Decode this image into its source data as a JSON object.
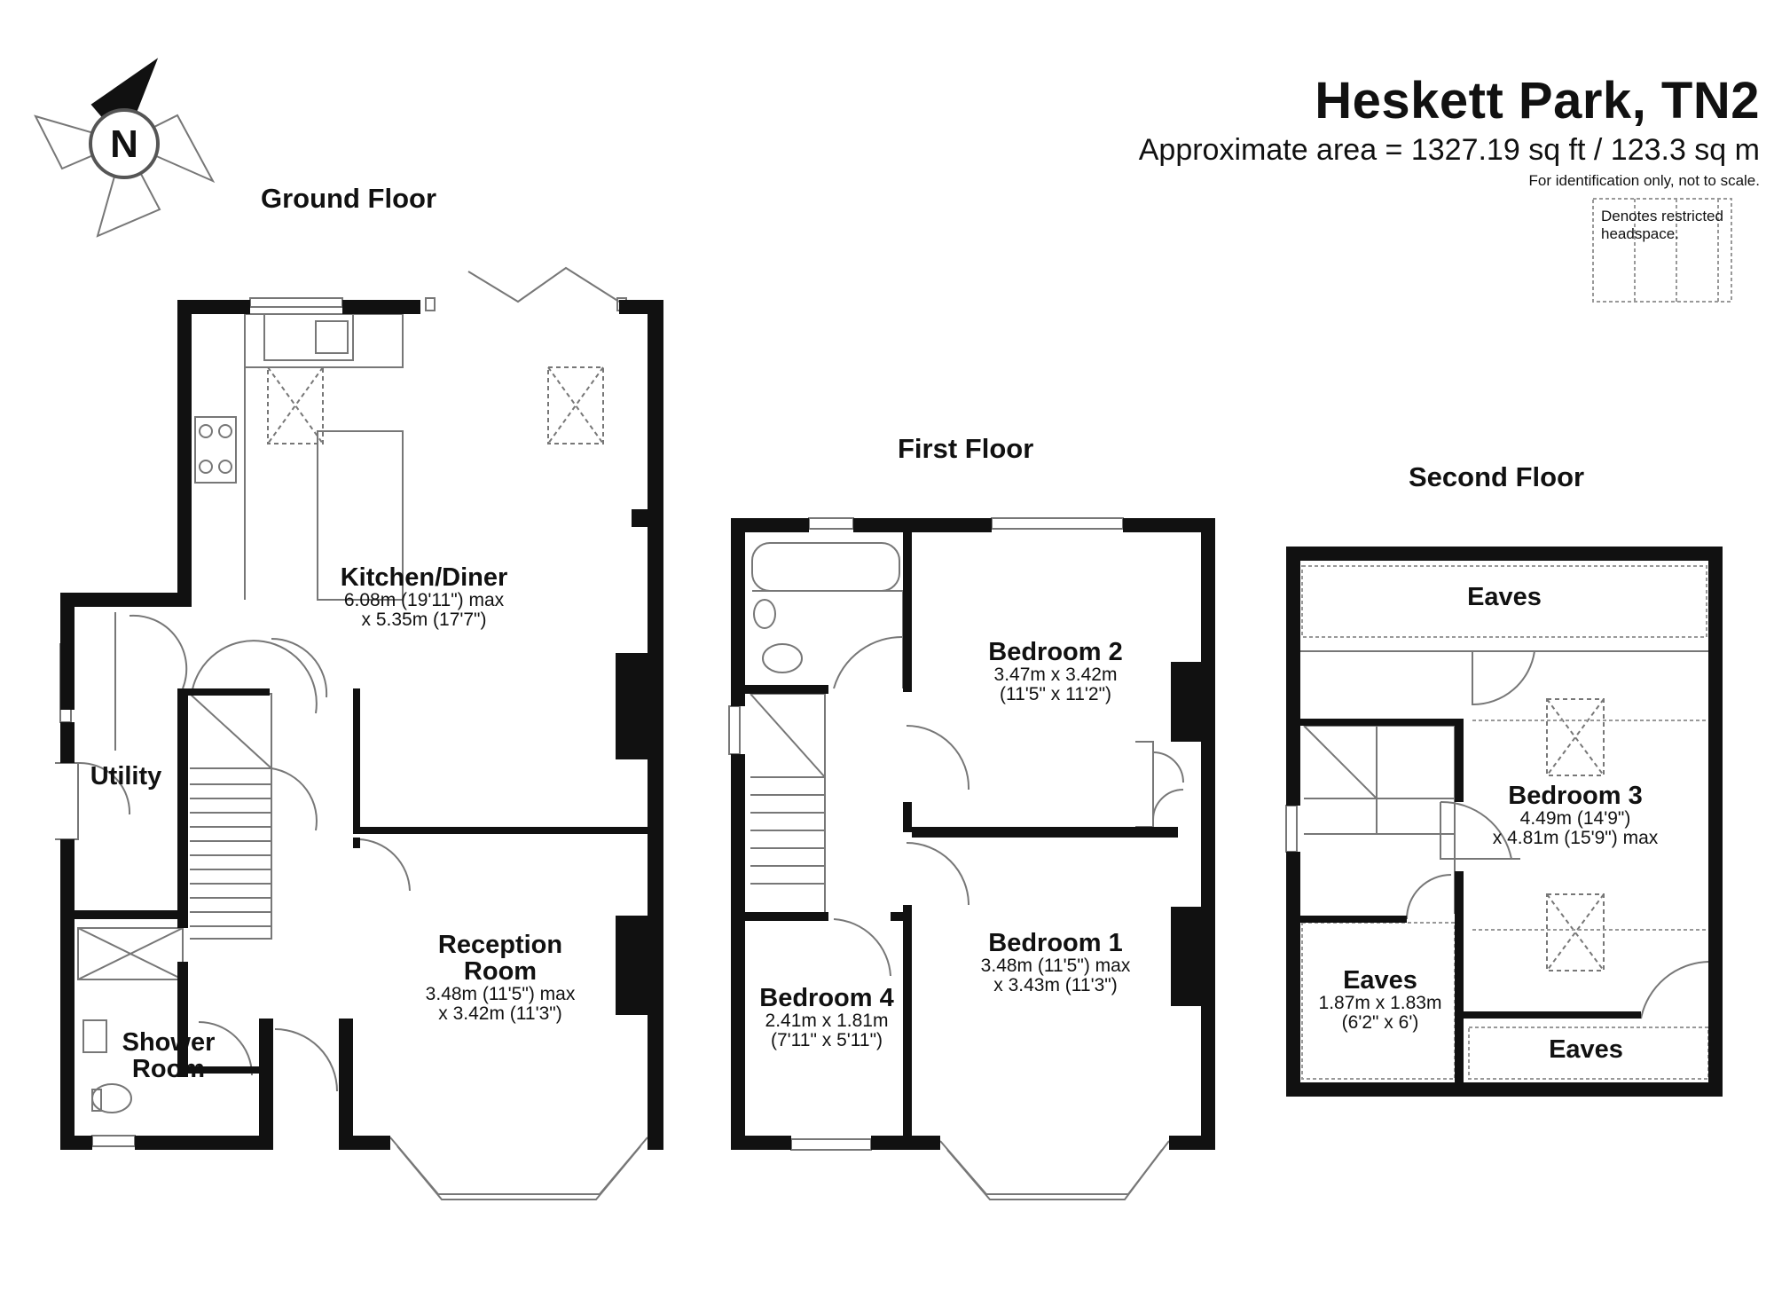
{
  "header": {
    "title": "Heskett Park, TN2",
    "area": "Approximate area = 1327.19 sq ft / 123.3 sq m",
    "note": "For identification only, not to scale.",
    "legend": "Denotes restricted headspace."
  },
  "compass": {
    "letter": "N",
    "icon": "compass-rose-icon"
  },
  "floors": {
    "ground": {
      "title": "Ground Floor",
      "kitchen": {
        "name": "Kitchen/Diner",
        "dim1": "6.08m (19'11\") max",
        "dim2": "x 5.35m (17'7\")"
      },
      "utility": {
        "name": "Utility"
      },
      "reception": {
        "name1": "Reception",
        "name2": "Room",
        "dim1": "3.48m (11'5\") max",
        "dim2": "x 3.42m (11'3\")"
      },
      "shower": {
        "name1": "Shower",
        "name2": "Room"
      }
    },
    "first": {
      "title": "First Floor",
      "bedroom2": {
        "name": "Bedroom 2",
        "dim1": "3.47m x 3.42m",
        "dim2": "(11'5\" x 11'2\")"
      },
      "bedroom1": {
        "name": "Bedroom 1",
        "dim1": "3.48m (11'5\") max",
        "dim2": "x 3.43m (11'3\")"
      },
      "bedroom4": {
        "name": "Bedroom 4",
        "dim1": "2.41m x 1.81m",
        "dim2": "(7'11\" x 5'11\")"
      }
    },
    "second": {
      "title": "Second Floor",
      "eaves_top": {
        "name": "Eaves"
      },
      "bedroom3": {
        "name": "Bedroom 3",
        "dim1": "4.49m (14'9\")",
        "dim2": "x 4.81m (15'9\") max"
      },
      "eaves_left": {
        "name": "Eaves",
        "dim1": "1.87m x 1.83m",
        "dim2": "(6'2\" x 6')"
      },
      "eaves_bottom": {
        "name": "Eaves"
      }
    }
  },
  "colors": {
    "wall": "#111111",
    "line": "#777777",
    "background": "#ffffff"
  }
}
